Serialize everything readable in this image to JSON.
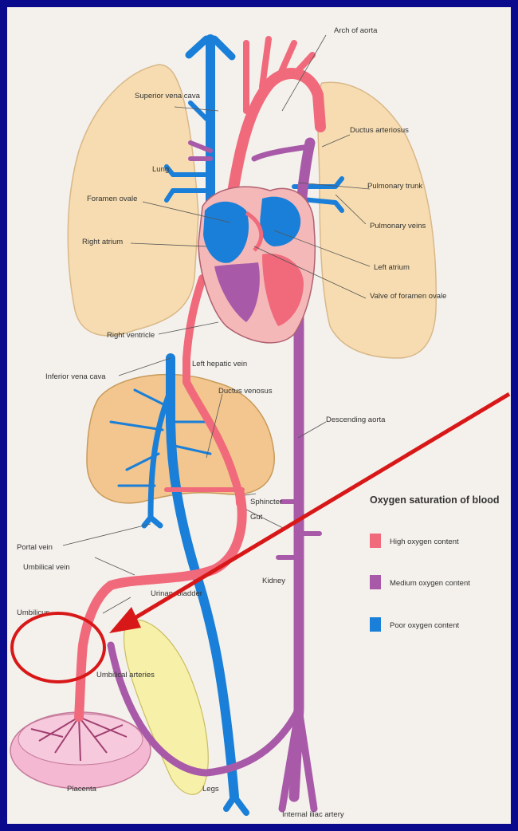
{
  "labels": {
    "arch_of_aorta": "Arch of aorta",
    "superior_vena_cava": "Superior vena cava",
    "ductus_arteriosus": "Ductus arteriosus",
    "lung": "Lung",
    "pulmonary_trunk": "Pulmonary trunk",
    "foramen_ovale": "Foramen ovale",
    "pulmonary_veins": "Pulmonary veins",
    "right_atrium": "Right atrium",
    "left_atrium": "Left atrium",
    "valve_of_foramen_ovale": "Valve of foramen ovale",
    "right_ventricle": "Right ventricle",
    "left_hepatic_vein": "Left hepatic vein",
    "inferior_vena_cava": "Inferior vena cava",
    "ductus_venosus": "Ductus venosus",
    "descending_aorta": "Descending aorta",
    "sphincter": "Sphincter",
    "gut": "Gut",
    "portal_vein": "Portal vein",
    "umbilical_vein": "Umbilical vein",
    "kidney": "Kidney",
    "urinary_bladder": "Urinary bladder",
    "umbilicus": "Umbilicus",
    "umbilical_arteries": "Umbilical arteries",
    "placenta": "Placenta",
    "legs": "Legs",
    "internal_iliac_artery": "Internal iliac artery"
  },
  "legend": {
    "title": "Oxygen saturation of blood",
    "items": [
      {
        "label": "High oxygen content",
        "color": "#f06a7c"
      },
      {
        "label": "Medium oxygen content",
        "color": "#a85aa8"
      },
      {
        "label": "Poor oxygen content",
        "color": "#1a7fd8"
      }
    ]
  },
  "colors": {
    "background": "#0a0a8c",
    "annotation": "#d81818",
    "lung": "#f6dcb0",
    "liver": "#f2c68e",
    "placenta": "#f5b8d2",
    "bladder": "#f7f0a8"
  }
}
